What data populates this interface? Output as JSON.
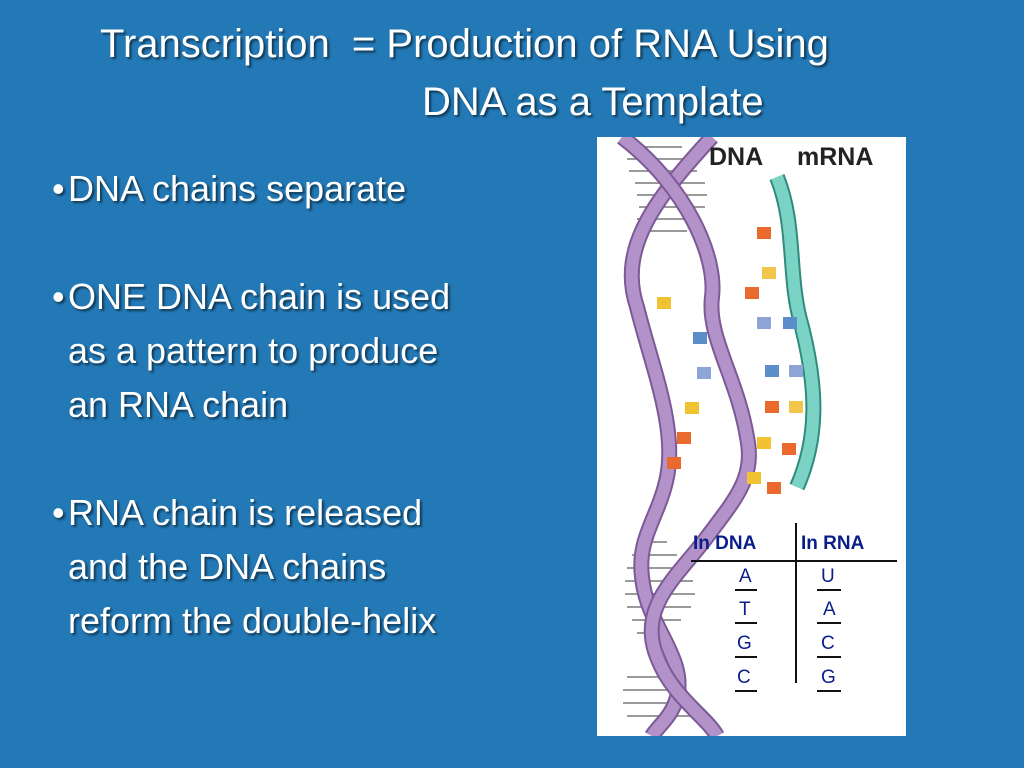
{
  "title": {
    "line1": "Transcription  = Production of RNA Using",
    "line2": "DNA as a Template"
  },
  "bullets": [
    {
      "bullet": "•",
      "text": "DNA chains separate"
    },
    {
      "bullet": "•",
      "text": "ONE DNA chain is used\nas a pattern to produce\nan RNA chain"
    },
    {
      "bullet": "•",
      "text": "RNA chain is released\nand the DNA chains\nreform the double-helix"
    }
  ],
  "figure": {
    "label_dna": "DNA",
    "label_mrna": "mRNA",
    "colors": {
      "dna_strand": "#b391c9",
      "rna_strand": "#7ad3c4",
      "base_A": "#e96a2c",
      "base_T": "#f1c232",
      "base_G": "#8da5d6",
      "base_C": "#5b8ec9",
      "base_U": "#f2c54b"
    },
    "pairing_table": {
      "header_dna": "In DNA",
      "header_rna": "In RNA",
      "rows": [
        {
          "dna": "A",
          "rna": "U"
        },
        {
          "dna": "T",
          "rna": "A"
        },
        {
          "dna": "G",
          "rna": "C"
        },
        {
          "dna": "C",
          "rna": "G"
        }
      ]
    }
  }
}
